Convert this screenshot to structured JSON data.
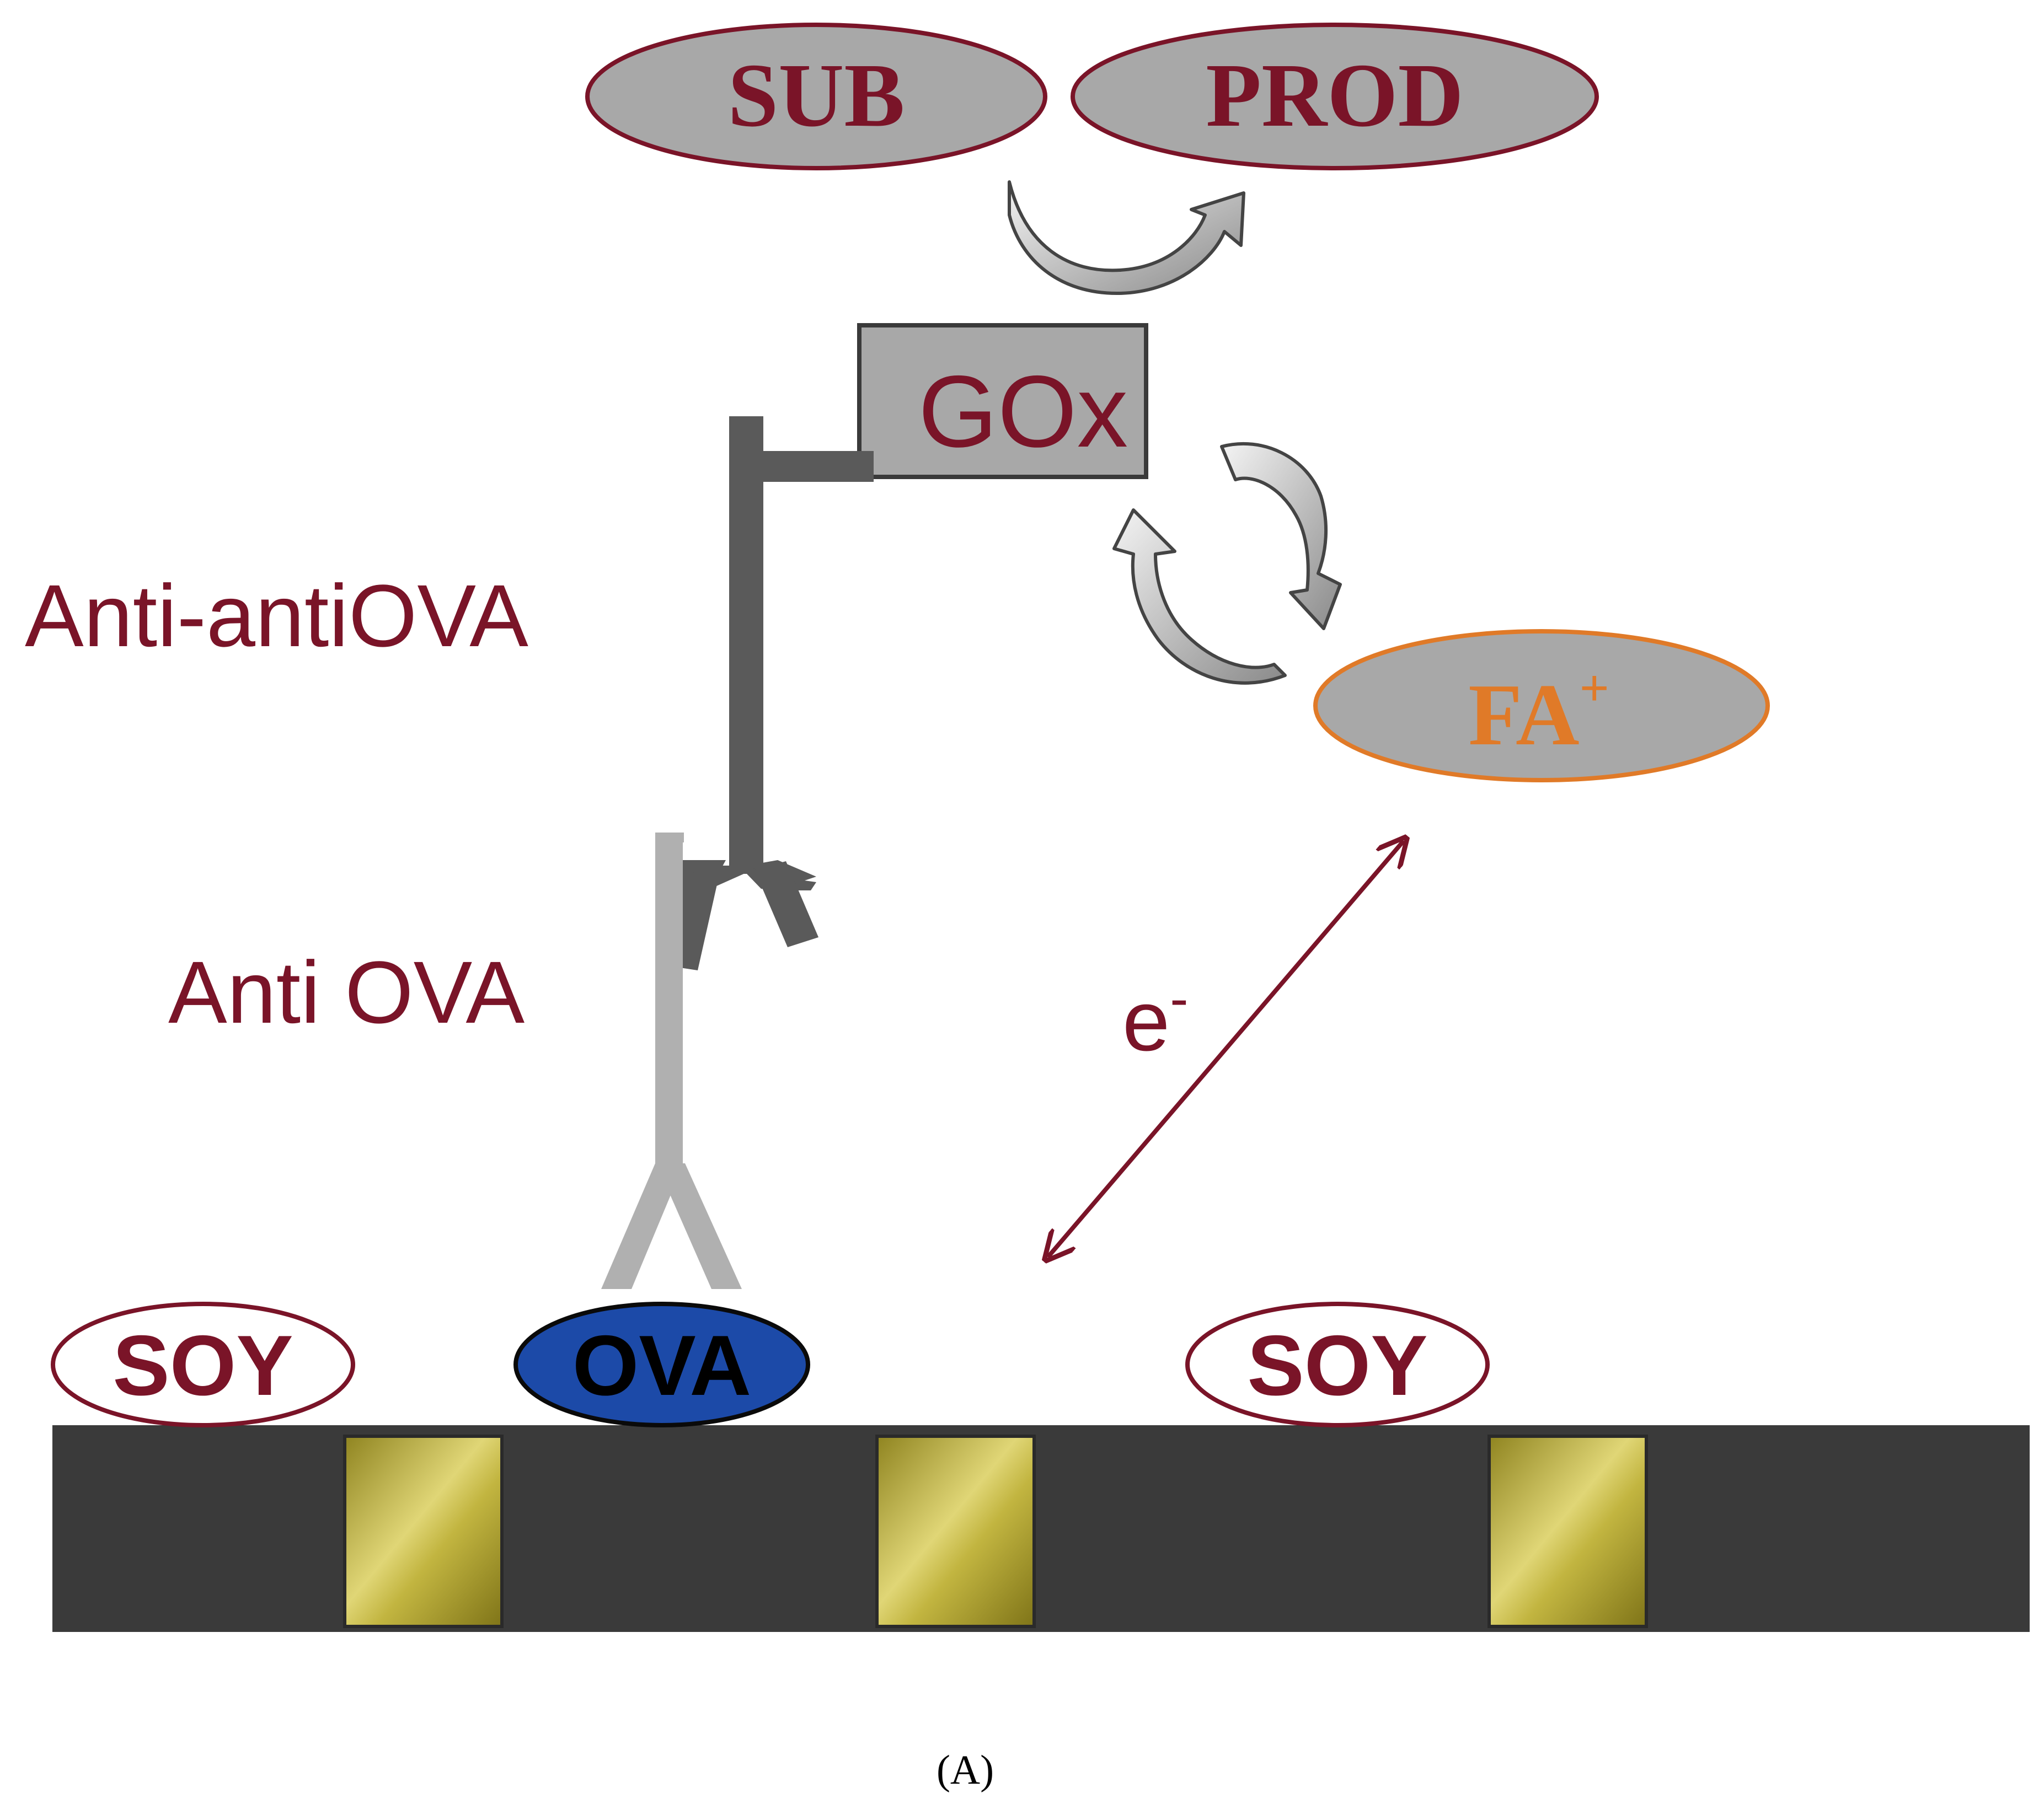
{
  "labels": {
    "sub": "SUB",
    "prod": "PROD",
    "gox": "GOx",
    "fa_main": "FA",
    "fa_sup": "+",
    "anti_anti_ova": "Anti-antiOVA",
    "anti_ova": "Anti OVA",
    "electron_main": "e",
    "electron_sup": "-",
    "soy_left": "SOY",
    "ova": "OVA",
    "soy_right": "SOY",
    "caption": "(A)"
  },
  "colors": {
    "label_red": "#7a1428",
    "ellipse_gray": "#a8a8a8",
    "fa_orange": "#e07a28",
    "ova_blue": "#1c4aa8",
    "electrode_dark": "#3a3a3a",
    "gold_pad": "#b8a838",
    "antibody_dark": "#5a5a5a",
    "antibody_light": "#b0b0b0"
  }
}
